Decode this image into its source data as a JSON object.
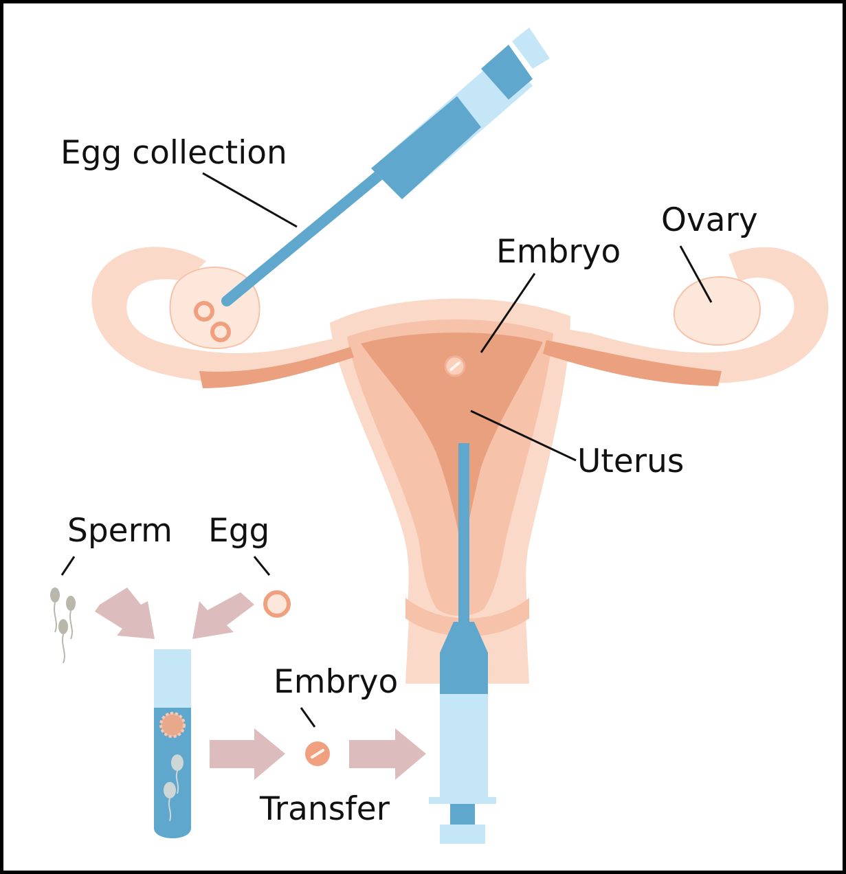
{
  "labels": {
    "egg_collection": "Egg collection",
    "ovary": "Ovary",
    "embryo_uterus": "Embryo",
    "uterus": "Uterus",
    "sperm": "Sperm",
    "egg": "Egg",
    "embryo_transfer": "Embryo",
    "transfer": "Transfer"
  },
  "colors": {
    "tissue_light": "#fbd9c8",
    "tissue_mid": "#f6c3aa",
    "tissue_dark": "#eba07f",
    "cavity": "#e9a07f",
    "egg": "#f0a07e",
    "syringe_light": "#c4e6f7",
    "syringe_dark": "#5fa7cd",
    "arrow": "#dcbcbd",
    "sperm": "#b9b7ab",
    "leader": "#111111",
    "frame": "#000000"
  }
}
